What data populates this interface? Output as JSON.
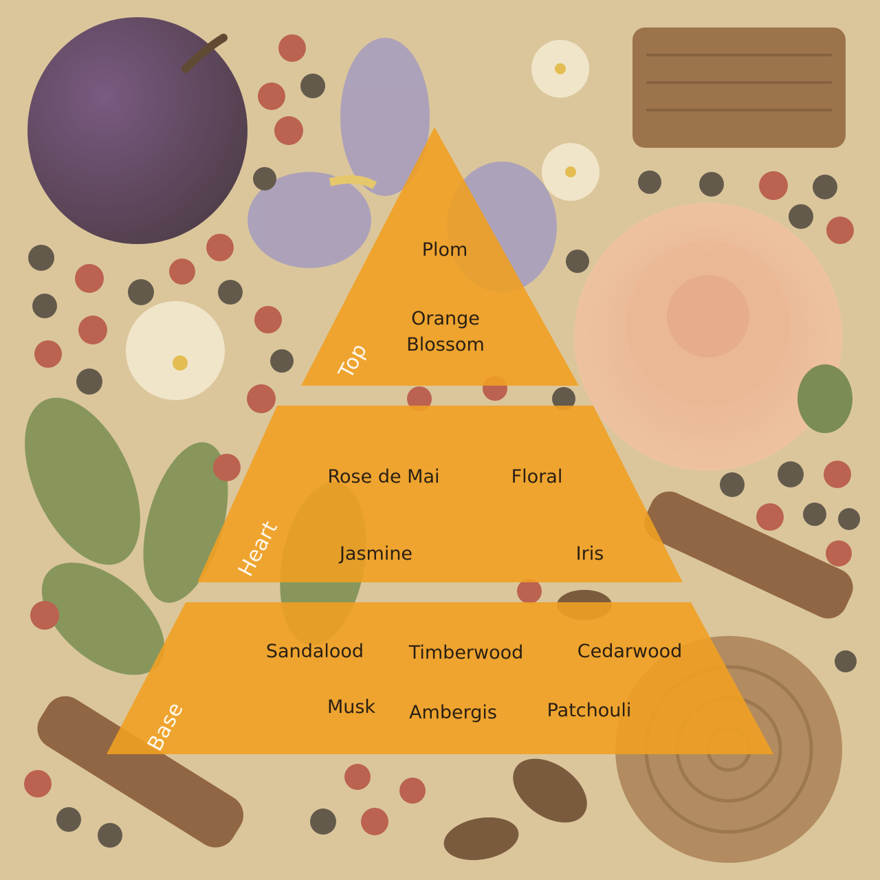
{
  "pyramid": {
    "top": {
      "label": "Top",
      "notes": [
        "Plom",
        "Orange\nBlossom"
      ]
    },
    "heart": {
      "label": "Heart",
      "notes": [
        "Rose de Mai",
        "Floral",
        "Jasmine",
        "Iris"
      ]
    },
    "base": {
      "label": "Base",
      "notes": [
        "Sandalood",
        "Timberwood",
        "Cedarwood",
        "Musk",
        "Ambergis",
        "Patchouli"
      ]
    }
  },
  "colors": {
    "tier_fill": "#f0a023",
    "background": "#d9c59a"
  },
  "background_icons": [
    "plum-icon",
    "iris-flower-icon",
    "jasmine-flower-icon",
    "rose-icon",
    "wood-block-icon",
    "wood-slice-icon",
    "peppercorn-icon",
    "leaf-icon",
    "cinnamon-stick-icon",
    "almond-icon"
  ]
}
